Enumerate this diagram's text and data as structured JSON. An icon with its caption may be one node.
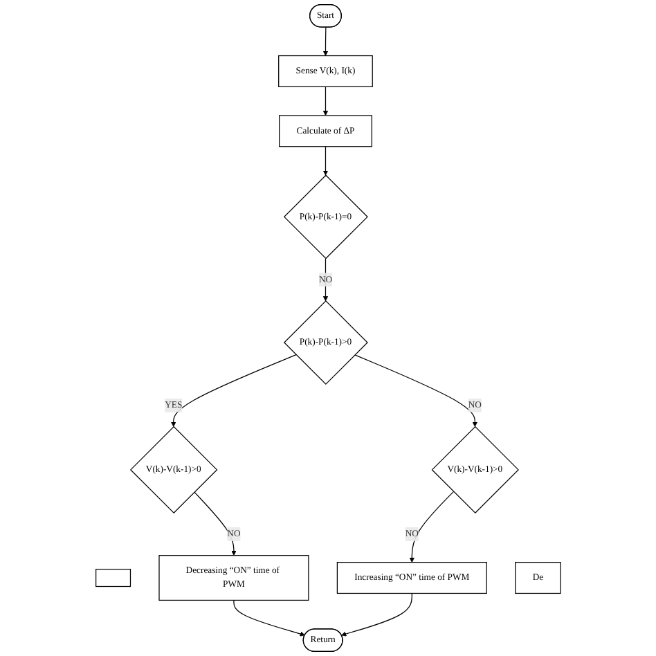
{
  "diagram": {
    "nodes": [
      {
        "text": [
          "Start"
        ]
      },
      {
        "text": [
          "Sense V(k), I(k)"
        ]
      },
      {
        "text": [
          "Calculate of ΔP"
        ]
      },
      {
        "text": [
          "P(k)-P(k-1)=0"
        ]
      },
      {
        "text": [
          "P(k)-P(k-1)>0"
        ]
      },
      {
        "text": [
          "V(k)-V(k-1)>0"
        ]
      },
      {
        "text": [
          "V(k)-V(k-1)>0"
        ]
      },
      {
        "text": [],
        "shape": "box"
      },
      {
        "text": [
          "Decreasing “ON” time of PWM"
        ]
      },
      {
        "text": [
          "Increasing “ON” time of PWM"
        ]
      },
      {
        "text": [
          "De"
        ]
      },
      {
        "text": [
          "Return"
        ]
      }
    ],
    "edges": [
      {
        "from": 0,
        "to": 1,
        "arrow": "to"
      },
      {
        "from": 1,
        "to": 2,
        "arrow": "to"
      },
      {
        "from": 2,
        "to": 3,
        "arrow": "to"
      },
      {
        "from": 3,
        "to": 4,
        "label": "NO",
        "arrow": "to"
      },
      {
        "from": 4,
        "to": 5,
        "label": "YES",
        "arrow": "to"
      },
      {
        "from": 4,
        "to": 6,
        "label": "NO",
        "arrow": "to"
      },
      {
        "from": 5,
        "to": 8,
        "label": "NO",
        "arrow": "to"
      },
      {
        "from": 6,
        "to": 9,
        "label": "NO",
        "arrow": "to"
      },
      {
        "from": 8,
        "to": 11,
        "arrow": "to"
      },
      {
        "from": 9,
        "to": 11,
        "arrow": "to"
      }
    ]
  }
}
